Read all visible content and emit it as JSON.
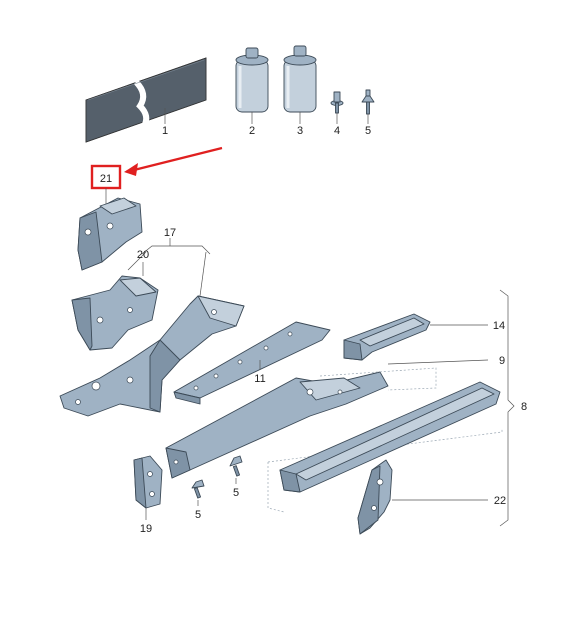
{
  "colors": {
    "callout": "#e02020",
    "part_fill": "#9fb2c4",
    "part_stroke": "#3c4a57"
  },
  "labels": {
    "p1": "1",
    "p2": "2",
    "p3": "3",
    "p4": "4",
    "p5_top": "5",
    "p21": "21",
    "p17": "17",
    "p20": "20",
    "p11": "11",
    "p14": "14",
    "p9": "9",
    "p8": "8",
    "p22": "22",
    "p19": "19",
    "p5_left": "5",
    "p5_mid": "5"
  },
  "icons": {
    "callout_arrow": "red-arrow-icon"
  }
}
